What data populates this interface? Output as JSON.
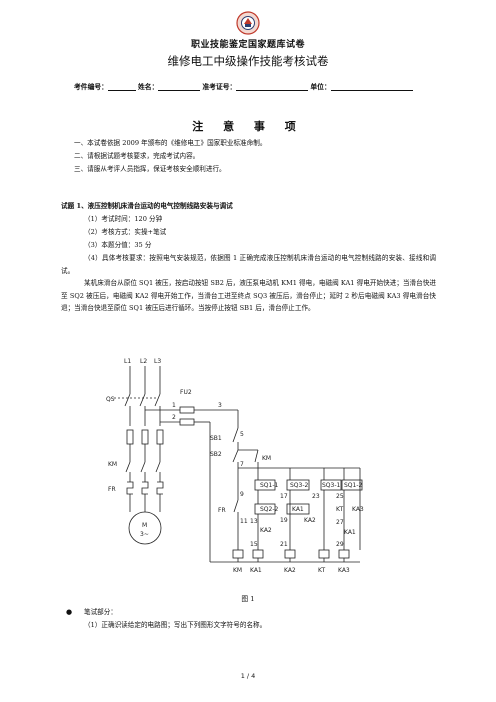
{
  "header": {
    "org_title": "职业技能鉴定国家题库试卷",
    "exam_title": "维修电工中级操作技能考核试卷"
  },
  "info": {
    "exam_no": "考件编号：",
    "name": "姓名：",
    "cert_no": "准考证号：",
    "unit": "单位："
  },
  "notice": {
    "title": "注 意 事 项",
    "items": [
      "一、本试卷依据 2009 年颁布的《维修电工》国家职业标准命制。",
      "二、请根据试题考核要求，完成考试内容。",
      "三、请服从考评人员指挥，保证考核安全顺利进行。"
    ]
  },
  "question": {
    "title": "试题 1、液压控制机床滑台运动的电气控制线路安装与调试",
    "items": [
      "（1）考试时间：120 分钟",
      "（2）考核方式：实操+笔试",
      "（3）本题分值：35 分"
    ],
    "item4": "（4）具体考核要求：按照电气安装规范，依据图 1 正确完成液压控制机床滑台运动的电气控制线路的安装、接线和调试。",
    "description": "某机床滑台从原位 SQ1 被压，按启动按钮 SB2 后，液压泵电动机 KM1 得电，电磁阀 KA1 得电开始快进；当滑台快进至 SQ2 被压后，电磁阀 KA2 得电开始工作，当滑台工进至终点 SQ3 被压后，滑台停止；延时 2 秒后电磁阀 KA3 得电滑台快退；当滑台快退至原位 SQ1 被压后进行循环。当按停止按钮 SB1 后，滑台停止工作。"
  },
  "figure": {
    "caption": "图 1",
    "labels": {
      "l1": "L1",
      "l2": "L2",
      "l3": "L3",
      "qs": "QS",
      "fu2": "FU2",
      "km": "KM",
      "fr": "FR",
      "motor": "M",
      "motor_sub": "3~",
      "sb1": "SB1",
      "sb2": "SB2",
      "km_contact": "KM",
      "fr_contact": "FR",
      "sq1_1": "SQ1-1",
      "sq3_2": "SQ3-2",
      "sq3_1": "SQ3-1",
      "sq1_2": "SQ1-2",
      "sq2_2": "SQ2-2",
      "ka1": "KA1",
      "ka2": "KA2",
      "ka3": "KA3",
      "kt": "KT",
      "ka2_b": "KA2",
      "ka1_b": "KA1",
      "ka2_c": "KA2",
      "coil_km": "KM",
      "coil_ka1": "KA1",
      "coil_ka2": "KA2",
      "coil_kt": "KT",
      "coil_ka3": "KA3",
      "n1": "1",
      "n2": "2",
      "n3": "3",
      "n5": "5",
      "n7": "7",
      "n9": "9",
      "n11": "11",
      "n13": "13",
      "n15": "15",
      "n17": "17",
      "n19": "19",
      "n21": "21",
      "n23": "23",
      "n25": "25",
      "n27": "27",
      "n29": "29"
    }
  },
  "written": {
    "bullet_title": "笔试部分：",
    "item1": "（1）正确识读给定的电路图；写出下列图形文字符号的名称。"
  },
  "footer": {
    "page": "1 / 4"
  }
}
